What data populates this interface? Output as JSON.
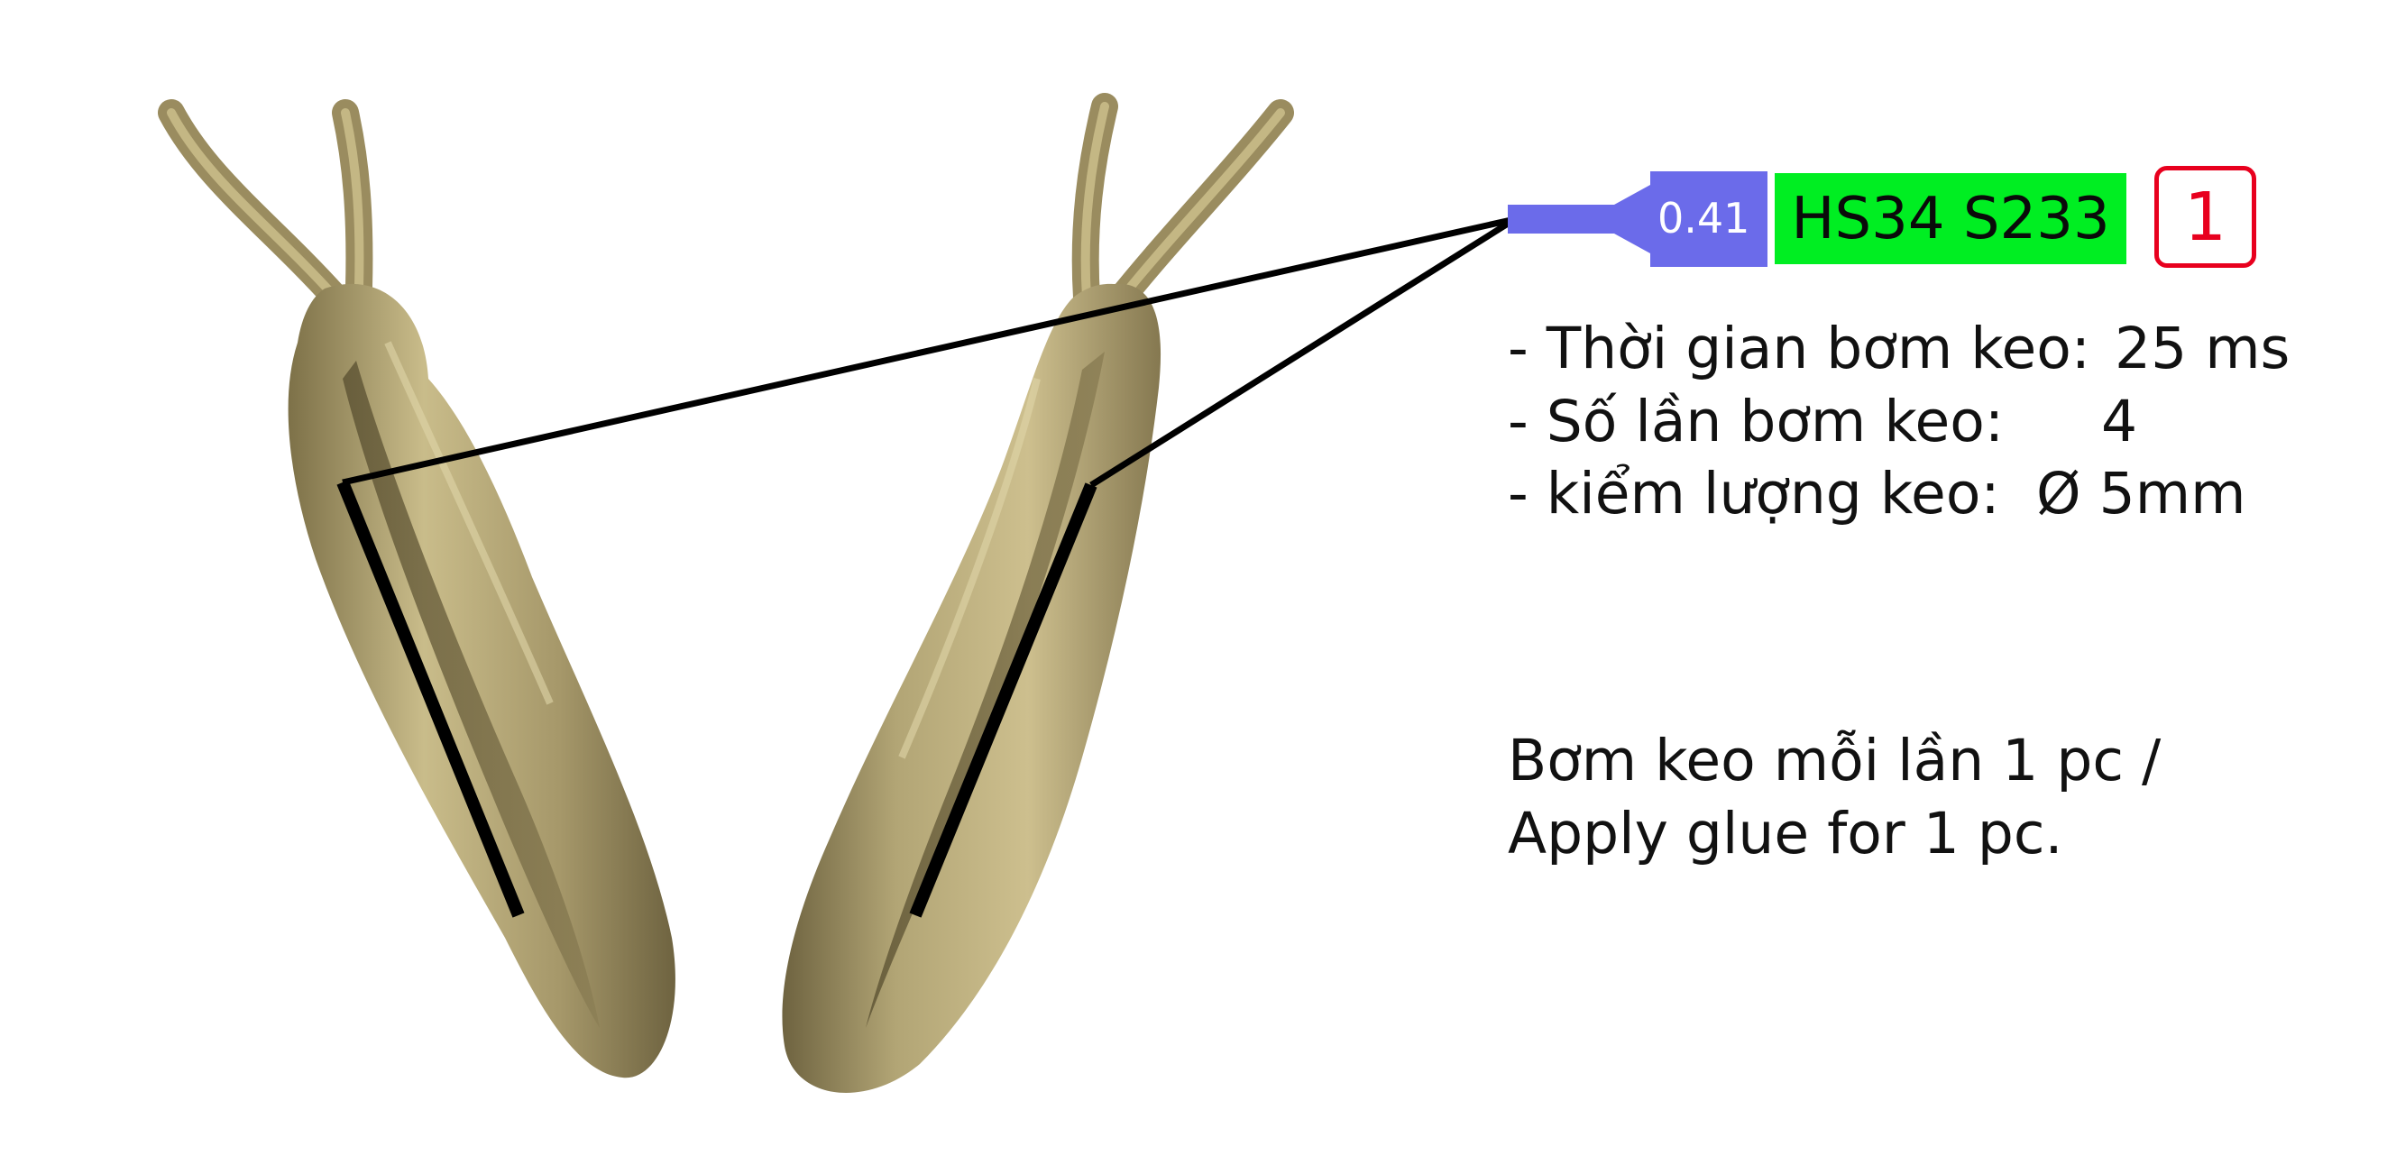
{
  "needle": {
    "gauge": "0.41",
    "color": "#6b6bea"
  },
  "glue_label": {
    "text": "HS34 S233",
    "color": "#00ee22"
  },
  "step_badge": {
    "number": "1",
    "color": "#e8001e"
  },
  "specs": [
    {
      "label": "- Thời gian bơm keo:",
      "value": "25 ms"
    },
    {
      "label": "- Số lần bơm keo:",
      "value": "4"
    },
    {
      "label": "- kiểm lượng keo:",
      "value": "Ø 5mm"
    }
  ],
  "note": {
    "line1": "Bơm keo mỗi lần 1 pc /",
    "line2": "Apply glue for 1 pc."
  },
  "part_color": "#a89a68"
}
